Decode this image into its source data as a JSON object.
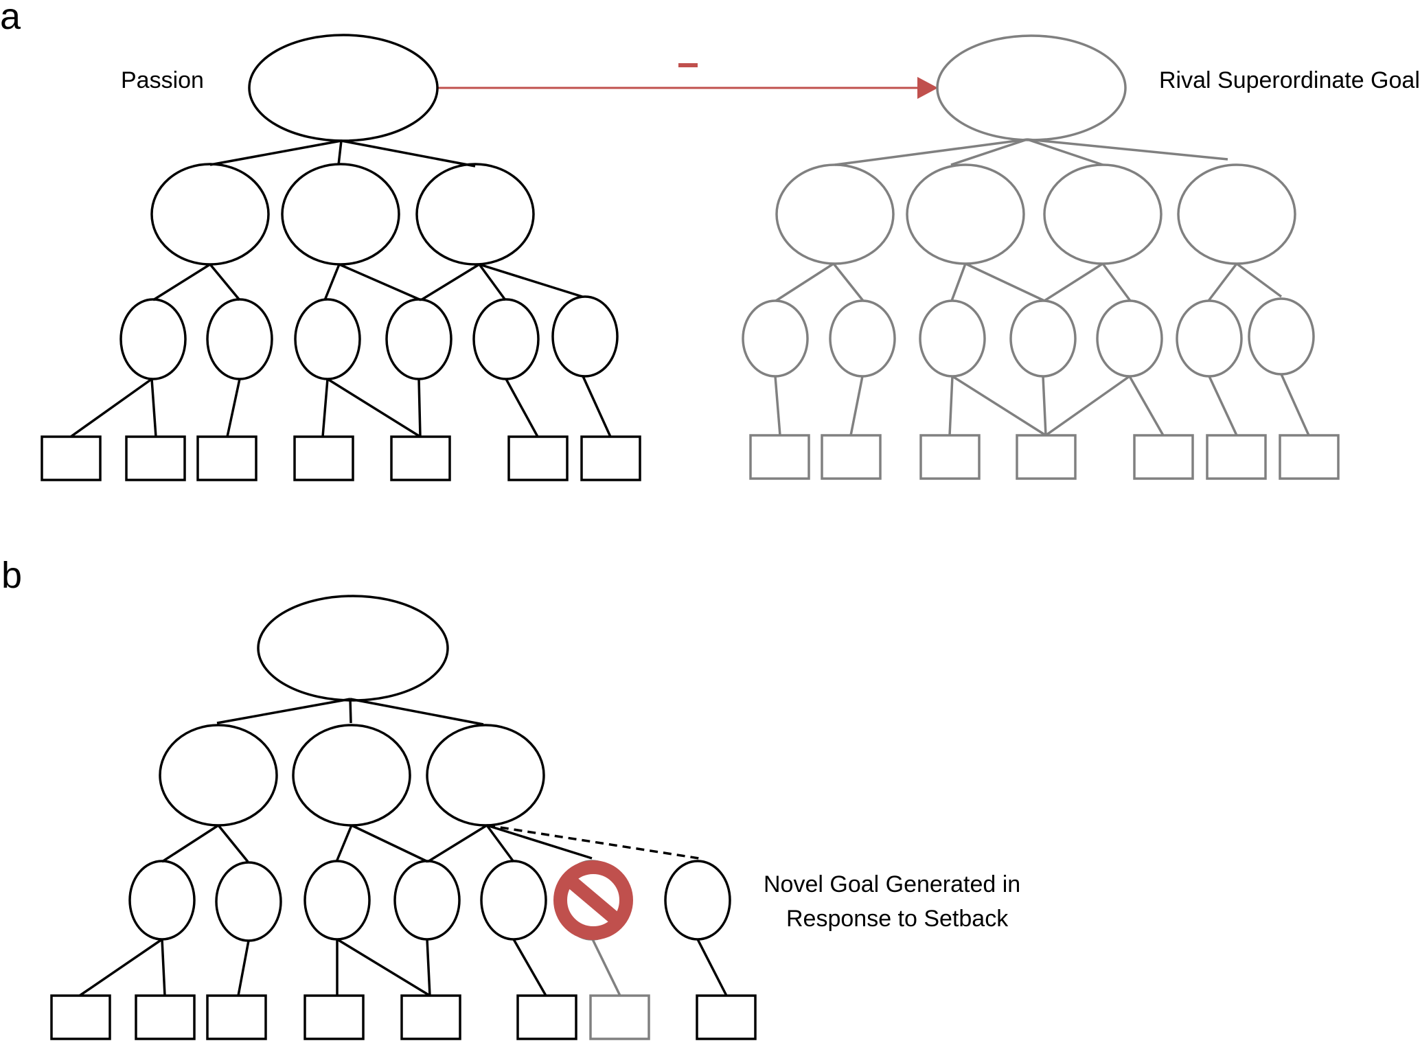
{
  "panel_a": {
    "letter": "a",
    "passion_label": "Passion",
    "rival_label": "Rival Superordinate Goal",
    "arrow_sign": "–",
    "arrow_color": "#c0504d",
    "left_tree_color": "#000000",
    "right_tree_color": "#808080"
  },
  "panel_b": {
    "letter": "b",
    "novel_goal_label_line1": "Novel Goal Generated in",
    "novel_goal_label_line2": "Response to Setback",
    "blocked_icon": "prohibited-icon",
    "blocked_color": "#c0504d",
    "tree_color": "#000000",
    "blocked_branch_color": "#808080"
  }
}
